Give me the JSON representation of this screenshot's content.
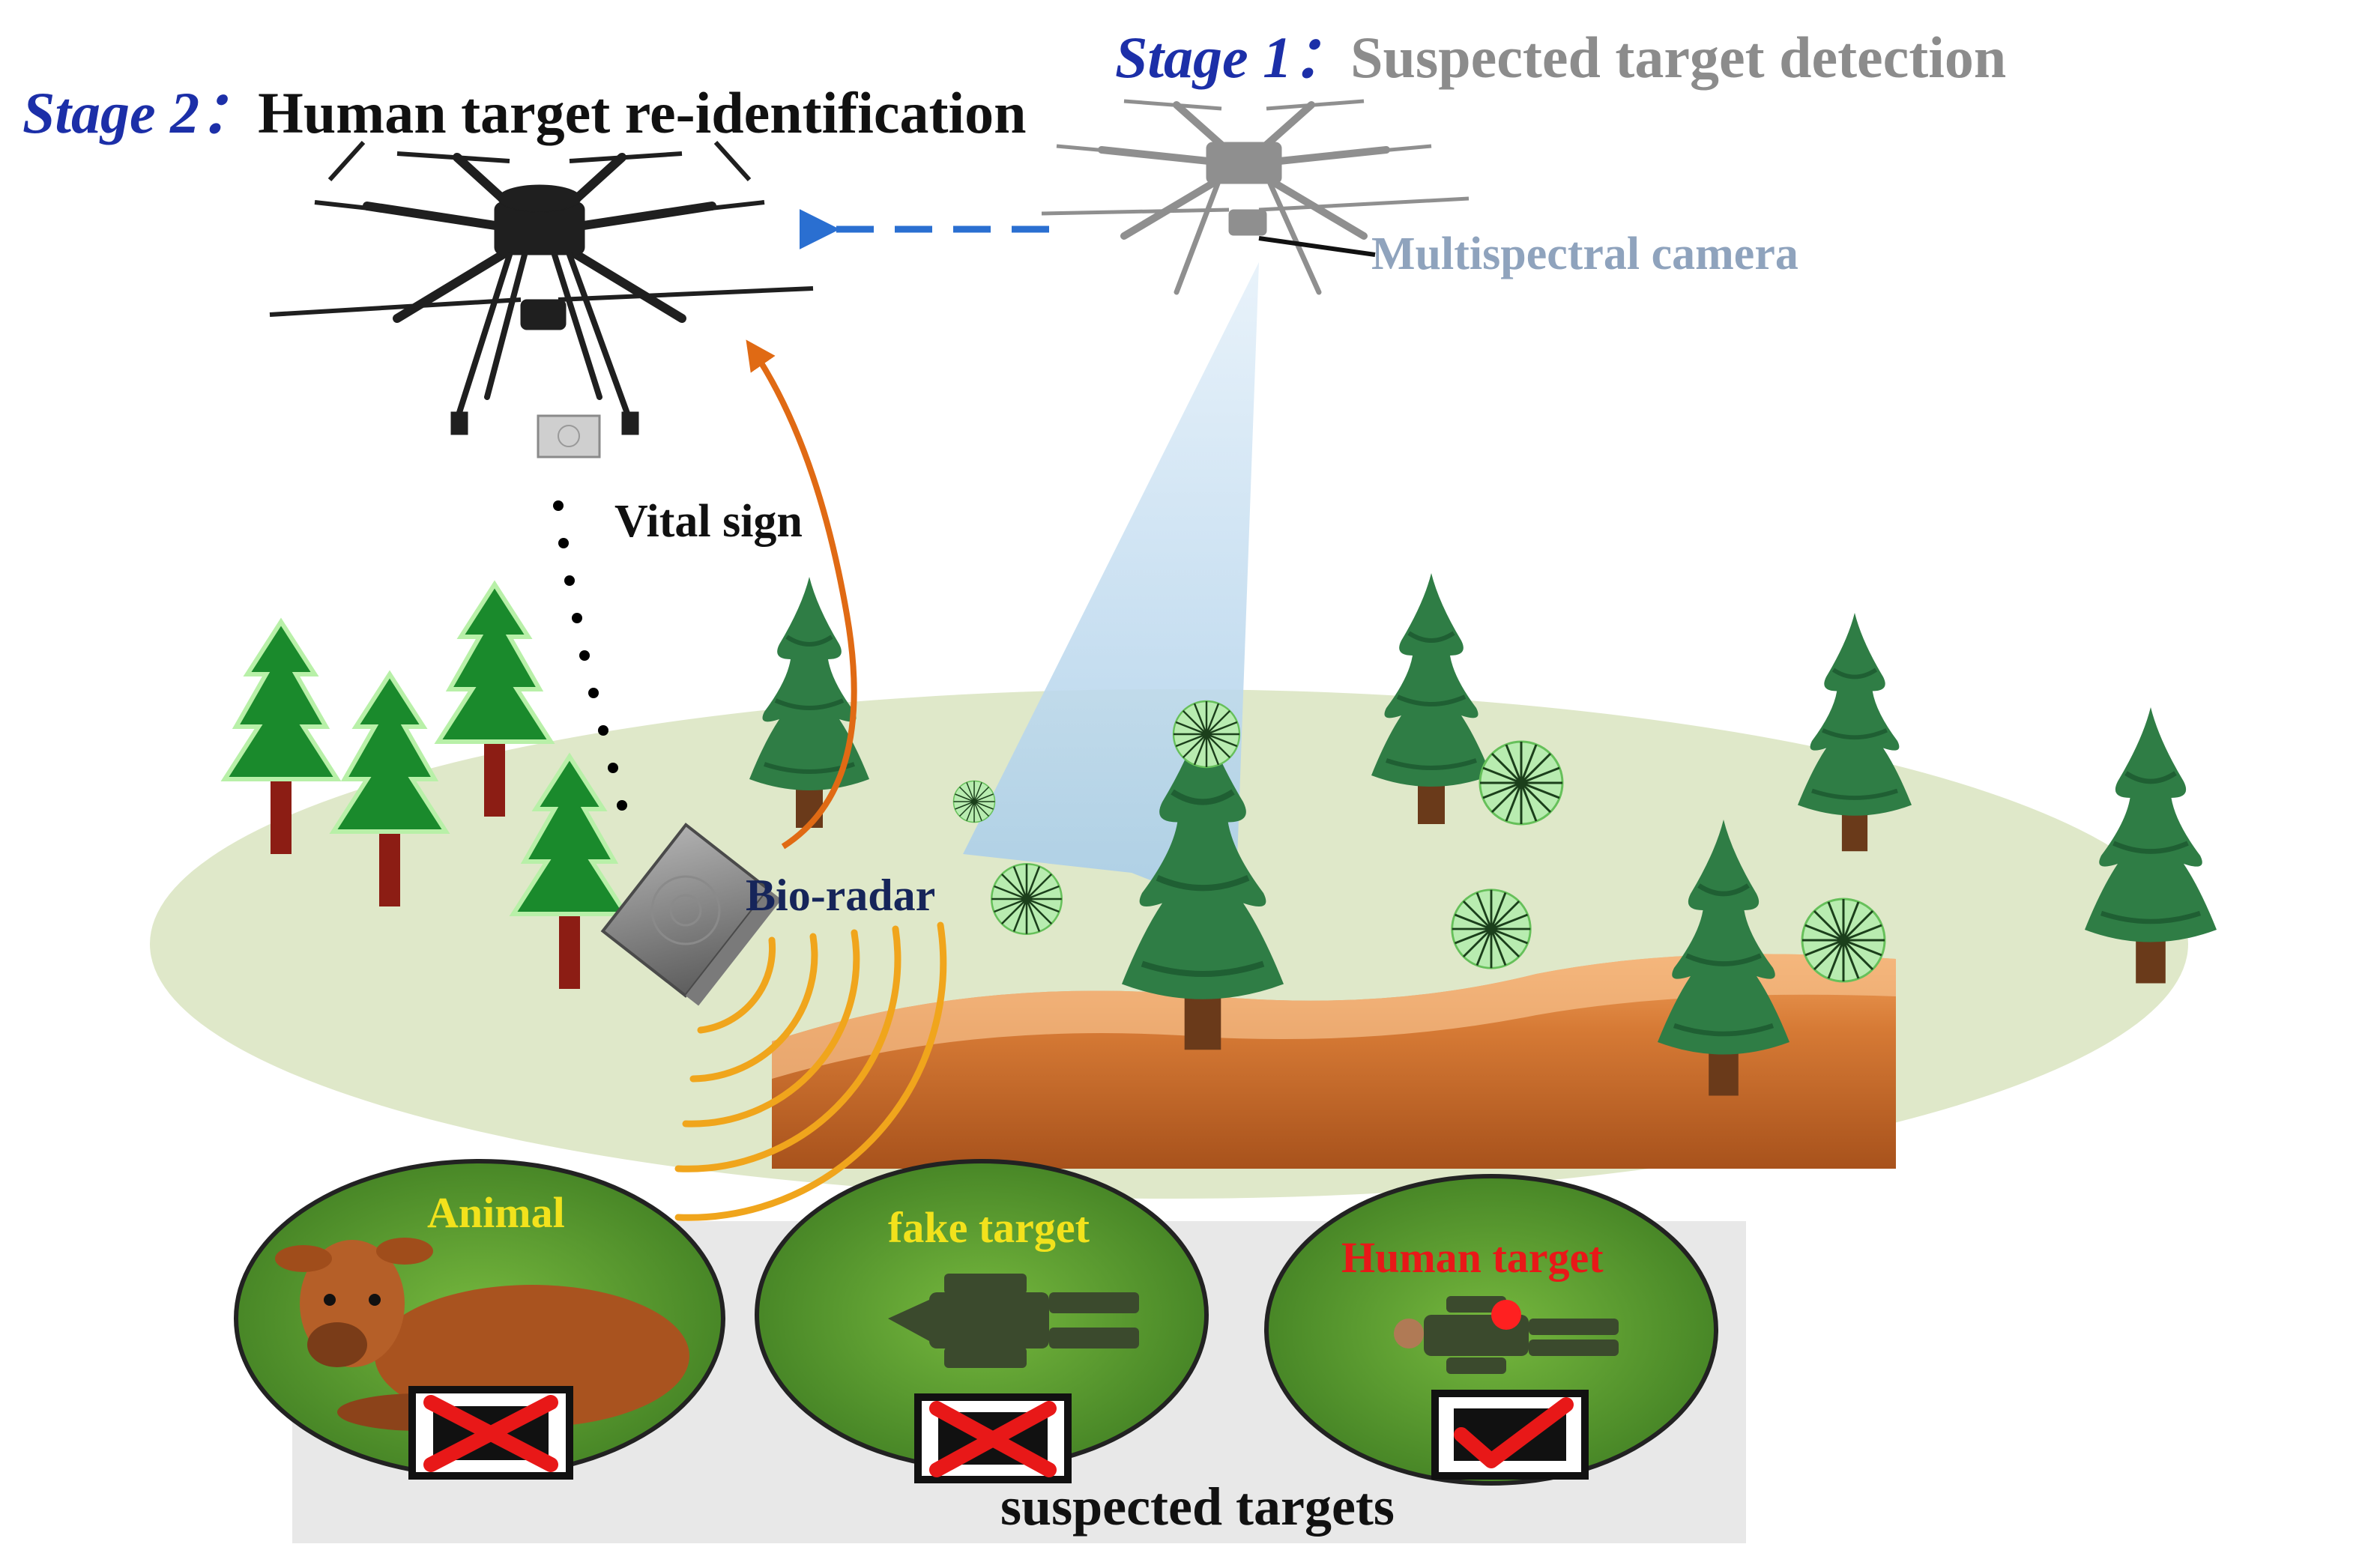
{
  "stage1": {
    "number": "Stage 1：",
    "description": "Suspected target detection"
  },
  "stage2": {
    "number": "Stage 2：",
    "description": "Human target re-identification"
  },
  "labels": {
    "camera": "Multispectral camera",
    "vital_sign": "Vital sign",
    "bio_radar": "Bio-radar",
    "suspected_targets": "suspected targets"
  },
  "targets": [
    {
      "label": "Animal",
      "result": "rejected",
      "label_color": "#f2e21c"
    },
    {
      "label": "fake target",
      "result": "rejected",
      "label_color": "#f2e21c"
    },
    {
      "label": "Human target",
      "result": "confirmed",
      "label_color": "#e81818"
    }
  ],
  "colors": {
    "stage_number": "#1c2fa8",
    "transfer_arrow": "#2a6fd1",
    "return_arrow": "#e06a14",
    "radar_waves": "#f0a51c",
    "ground": "#dfe8c9"
  }
}
